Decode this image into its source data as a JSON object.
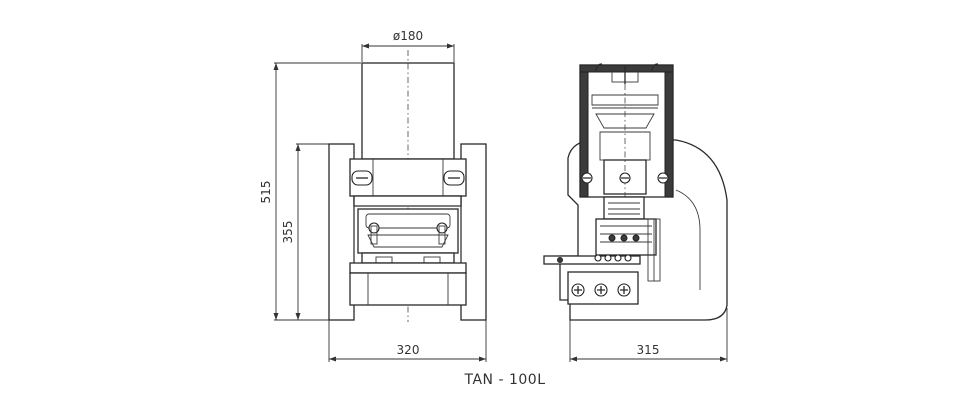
{
  "dimensions": {
    "diameter": "ø180",
    "total_height": "515",
    "body_height": "355",
    "front_width": "320",
    "side_depth": "315"
  },
  "model_label": "TAN - 100L"
}
